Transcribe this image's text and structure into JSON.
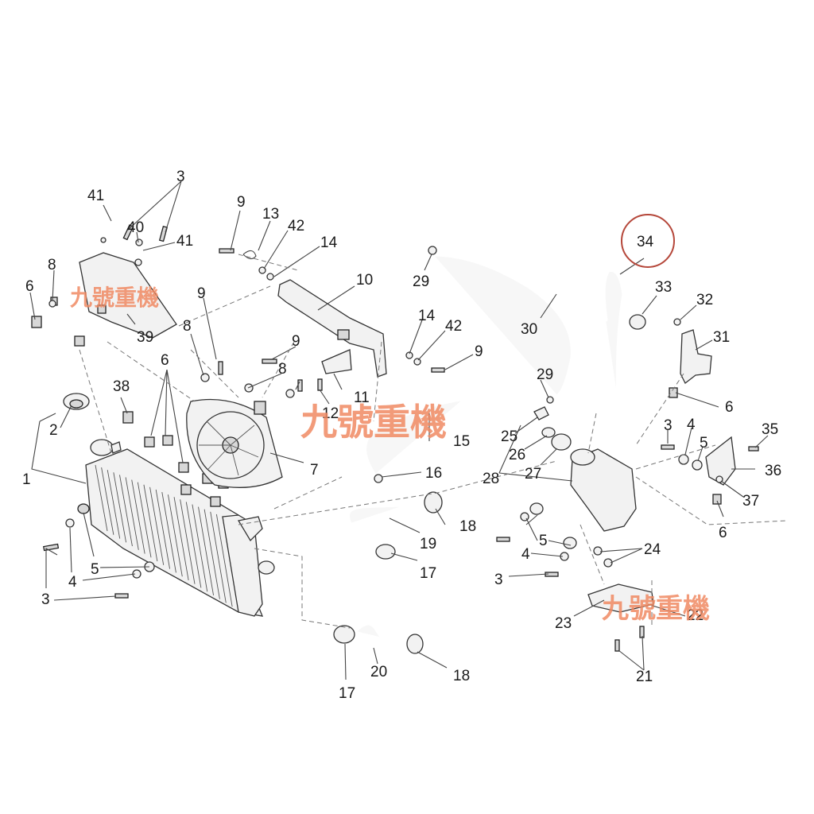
{
  "labels": {
    "l1": "1",
    "l2": "2",
    "l3a": "3",
    "l3b": "3",
    "l3c": "3",
    "l3d": "3",
    "l4a": "4",
    "l4b": "4",
    "l4c": "4",
    "l5a": "5",
    "l5b": "5",
    "l5c": "5",
    "l6a": "6",
    "l6b": "6",
    "l6c": "6",
    "l6d": "6",
    "l7": "7",
    "l8a": "8",
    "l8b": "8",
    "l8c": "8",
    "l9a": "9",
    "l9b": "9",
    "l9c": "9",
    "l9d": "9",
    "l10": "10",
    "l11": "11",
    "l12": "12",
    "l13": "13",
    "l14a": "14",
    "l14b": "14",
    "l15": "15",
    "l16": "16",
    "l17a": "17",
    "l17b": "17",
    "l18a": "18",
    "l18b": "18",
    "l19": "19",
    "l20": "20",
    "l21": "21",
    "l22": "22",
    "l23": "23",
    "l24": "24",
    "l25": "25",
    "l26": "26",
    "l27": "27",
    "l28": "28",
    "l29a": "29",
    "l29b": "29",
    "l30": "30",
    "l31": "31",
    "l32": "32",
    "l33": "33",
    "l34": "34",
    "l35": "35",
    "l36": "36",
    "l37": "37",
    "l38": "38",
    "l39": "39",
    "l40": "40",
    "l41a": "41",
    "l41b": "41",
    "l42a": "42",
    "l42b": "42"
  },
  "watermark": {
    "text1": "九號重機",
    "text2": "九號重機",
    "text3": "九號重機",
    "color": "#f08a63"
  },
  "highlight_color": "#b5473a"
}
